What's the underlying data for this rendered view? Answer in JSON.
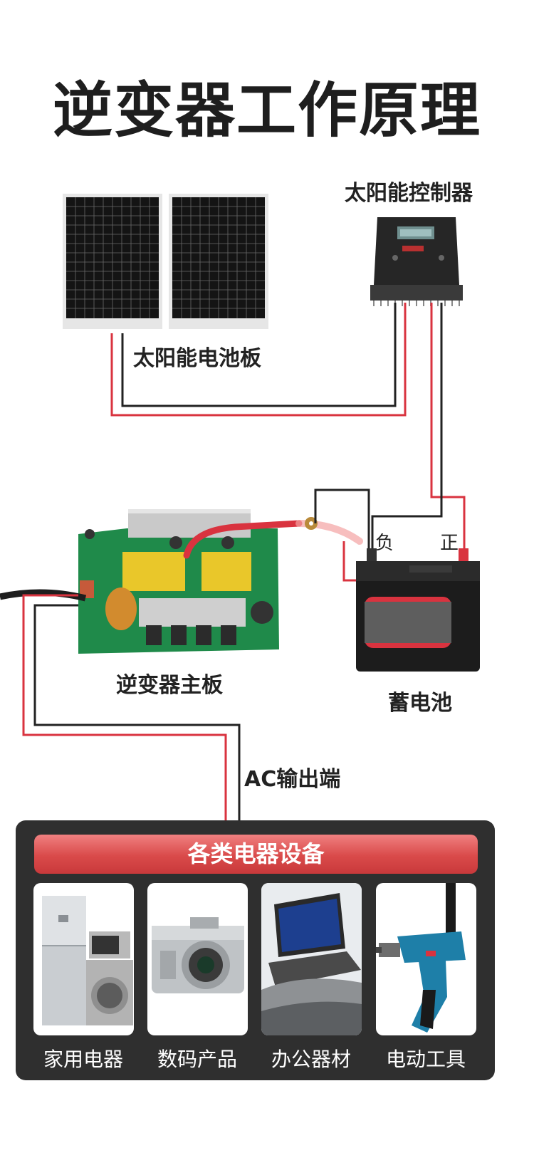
{
  "title": "逆变器工作原理",
  "labels": {
    "solar_controller": "太阳能控制器",
    "solar_panel": "太阳能电池板",
    "inverter_board": "逆变器主板",
    "battery": "蓄电池",
    "ac_output": "AC输出端",
    "negative": "负",
    "positive": "正"
  },
  "devices": {
    "header": "各类电器设备",
    "items": [
      {
        "label": "家用电器",
        "icon": "home-appliance-icon"
      },
      {
        "label": "数码产品",
        "icon": "digital-camera-icon"
      },
      {
        "label": "办公器材",
        "icon": "laptop-icon"
      },
      {
        "label": "电动工具",
        "icon": "power-drill-icon"
      }
    ]
  },
  "colors": {
    "positive_wire": "#d9333f",
    "negative_wire": "#222222",
    "panel_bg": "#2f2f2f",
    "header_red": "#d94a4a"
  }
}
